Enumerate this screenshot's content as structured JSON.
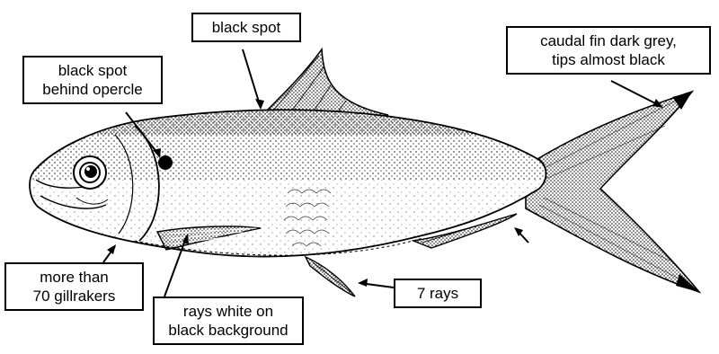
{
  "labels": {
    "dorsal_spot": "black spot",
    "opercle_spot": [
      "black spot",
      "behind opercle"
    ],
    "caudal_fin": [
      "caudal fin dark grey,",
      "tips almost black"
    ],
    "gillrakers": [
      "more than",
      "70 gillrakers"
    ],
    "pectoral_rays": [
      "rays white on",
      "black background"
    ],
    "anal_rays": "7 rays"
  }
}
